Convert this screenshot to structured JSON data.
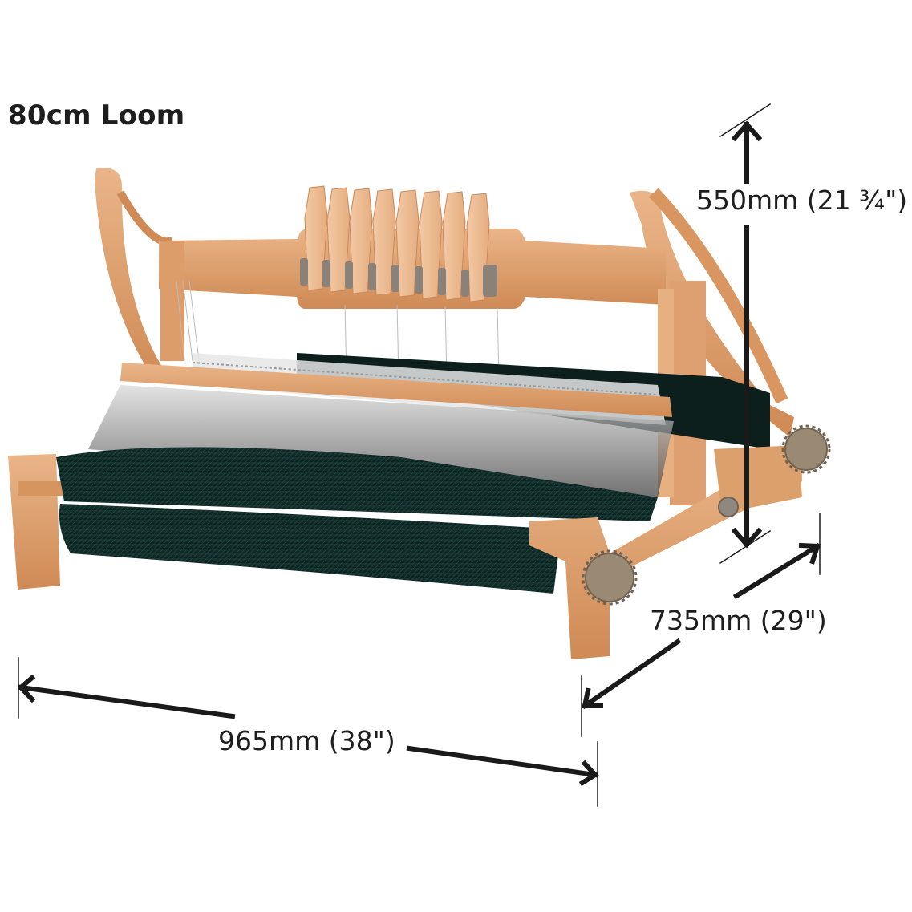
{
  "title": "80cm Loom",
  "product": {
    "name": "table loom",
    "shafts_count": 8,
    "cloth_color": "#0f2a28",
    "wood_color": "#e0a070"
  },
  "dimensions": {
    "height": {
      "label": "550mm (21 ¾\")",
      "mm": 550,
      "inches": "21 3/4"
    },
    "depth": {
      "label": "735mm (29\")",
      "mm": 735,
      "inches": "29"
    },
    "width": {
      "label": "965mm (38\")",
      "mm": 965,
      "inches": "38"
    }
  },
  "colors": {
    "background": "#ffffff",
    "text": "#1e1e1e",
    "arrow": "#1a1a1a"
  }
}
